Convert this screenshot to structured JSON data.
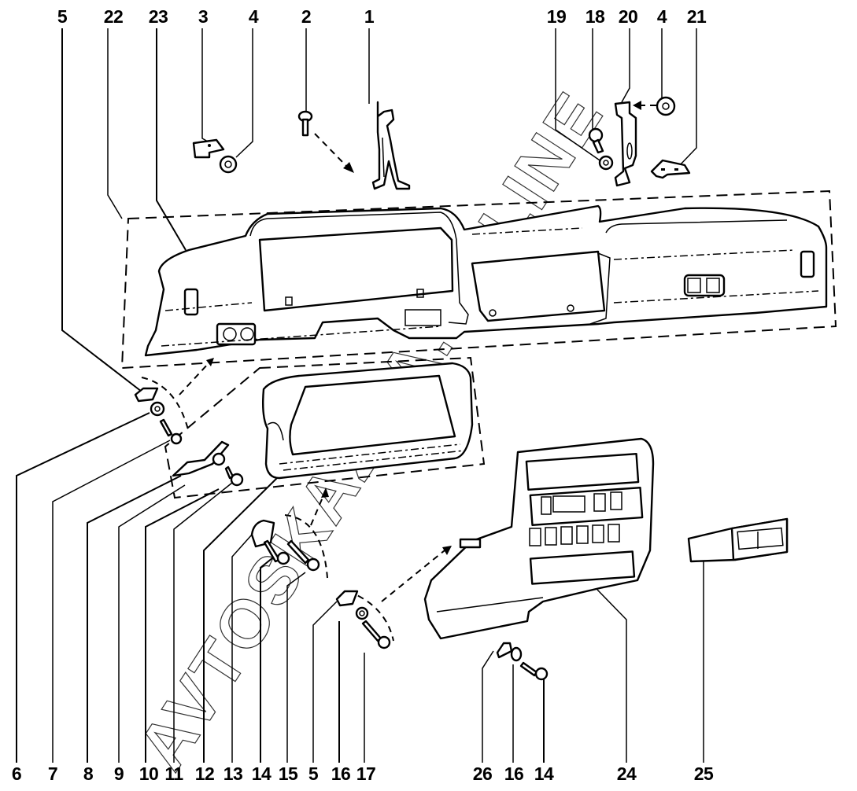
{
  "diagram": {
    "title": "Instrument panel assembly – exploded view",
    "watermark": "AVTOSKAZKA.ONLINE",
    "line_color": "#000000",
    "background": "#ffffff",
    "callouts_top": [
      {
        "id": "c-top-5",
        "label": "5",
        "part": "clip"
      },
      {
        "id": "c-top-22",
        "label": "22",
        "part": "instrument panel assembly"
      },
      {
        "id": "c-top-23",
        "label": "23",
        "part": "instrument panel"
      },
      {
        "id": "c-top-3",
        "label": "3",
        "part": "bracket plate"
      },
      {
        "id": "c-top-4",
        "label": "4",
        "part": "nut"
      },
      {
        "id": "c-top-2",
        "label": "2",
        "part": "bolt"
      },
      {
        "id": "c-top-1",
        "label": "1",
        "part": "left mounting bracket"
      },
      {
        "id": "c-top-19",
        "label": "19",
        "part": "washer"
      },
      {
        "id": "c-top-18",
        "label": "18",
        "part": "bolt"
      },
      {
        "id": "c-top-20",
        "label": "20",
        "part": "right mounting bracket"
      },
      {
        "id": "c-top-4b",
        "label": "4",
        "part": "nut"
      },
      {
        "id": "c-top-21",
        "label": "21",
        "part": "bracket plate"
      }
    ],
    "callouts_bottom": [
      {
        "id": "c-bot-6",
        "label": "6",
        "part": "washer"
      },
      {
        "id": "c-bot-7",
        "label": "7",
        "part": "screw"
      },
      {
        "id": "c-bot-8",
        "label": "8",
        "part": "bracket"
      },
      {
        "id": "c-bot-9",
        "label": "9",
        "part": "bracket"
      },
      {
        "id": "c-bot-10",
        "label": "10",
        "part": "washer"
      },
      {
        "id": "c-bot-11",
        "label": "11",
        "part": "screw"
      },
      {
        "id": "c-bot-12",
        "label": "12",
        "part": "instrument cluster bezel"
      },
      {
        "id": "c-bot-13",
        "label": "13",
        "part": "clip"
      },
      {
        "id": "c-bot-14",
        "label": "14",
        "part": "screw"
      },
      {
        "id": "c-bot-15",
        "label": "15",
        "part": "screw"
      },
      {
        "id": "c-bot-5",
        "label": "5",
        "part": "clip"
      },
      {
        "id": "c-bot-16",
        "label": "16",
        "part": "washer"
      },
      {
        "id": "c-bot-17",
        "label": "17",
        "part": "screw"
      },
      {
        "id": "c-bot-26",
        "label": "26",
        "part": "clip"
      },
      {
        "id": "c-bot-16b",
        "label": "16",
        "part": "washer"
      },
      {
        "id": "c-bot-14b",
        "label": "14",
        "part": "screw"
      },
      {
        "id": "c-bot-24",
        "label": "24",
        "part": "center console"
      },
      {
        "id": "c-bot-25",
        "label": "25",
        "part": "storage tray"
      }
    ]
  }
}
